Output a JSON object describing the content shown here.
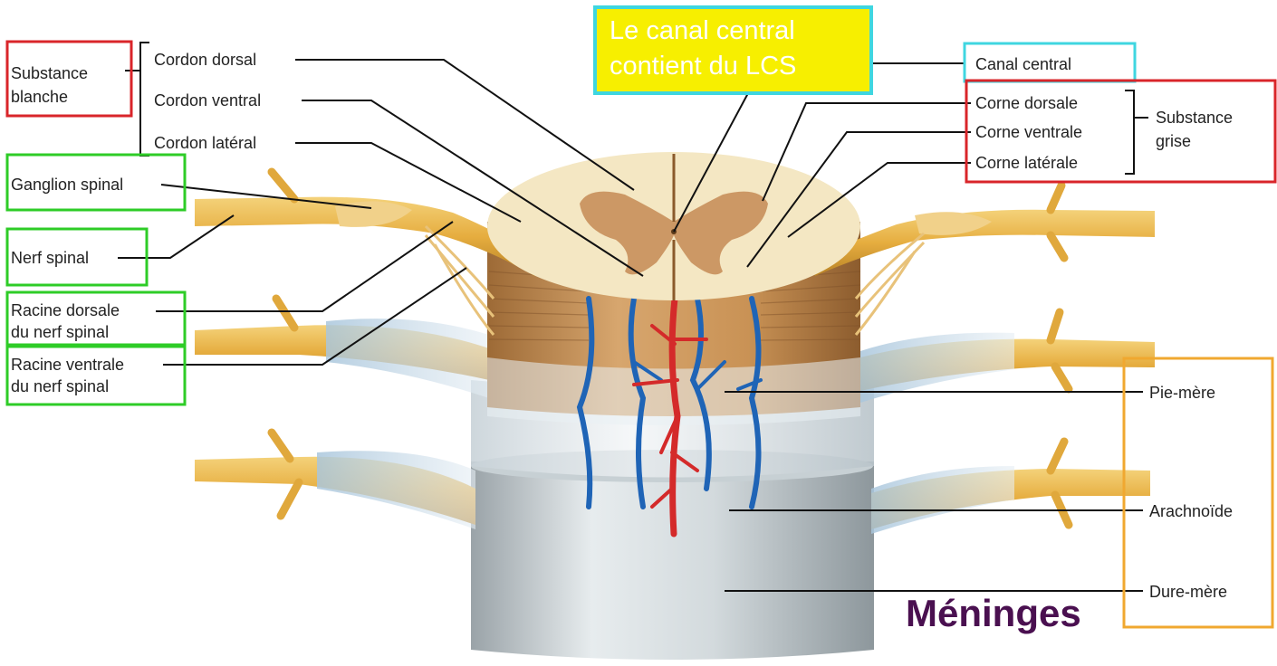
{
  "callout": {
    "line1": "Le canal central",
    "line2": "contient du LCS"
  },
  "title": "Méninges",
  "groups": {
    "substance_blanche": {
      "line1": "Substance",
      "line2": "blanche"
    },
    "substance_grise": {
      "line1": "Substance",
      "line2": "grise"
    }
  },
  "labels": {
    "cordon_dorsal": "Cordon dorsal",
    "cordon_ventral": "Cordon ventral",
    "cordon_lateral": "Cordon latéral",
    "ganglion_spinal": "Ganglion spinal",
    "nerf_spinal": "Nerf spinal",
    "racine_dorsale": {
      "line1": "Racine dorsale",
      "line2": "du nerf spinal"
    },
    "racine_ventrale": {
      "line1": "Racine ventrale",
      "line2": "du nerf spinal"
    },
    "canal_central": "Canal central",
    "corne_dorsale": "Corne dorsale",
    "corne_ventrale": "Corne ventrale",
    "corne_laterale": "Corne latérale",
    "pie_mere": "Pie-mère",
    "arachnoide": "Arachnoïde",
    "dure_mere": "Dure-mère"
  },
  "colors": {
    "white_matter_box": "#d9252a",
    "gray_matter_box": "#d9252a",
    "spinal_nerve_boxes": "#2ecc27",
    "canal_box": "#3fd6e0",
    "callout_fill": "#f7ef00",
    "meninges_box": "#f0a830",
    "meninges_title": "#4a1050",
    "nerve_yellow": "#e9b64a",
    "cord_tan": "#c98f52",
    "white_matter": "#f4e7c3",
    "gray_matter": "#c48a55",
    "artery": "#d42a2a",
    "vein": "#1f64b6",
    "dura": "#d6dde1"
  }
}
